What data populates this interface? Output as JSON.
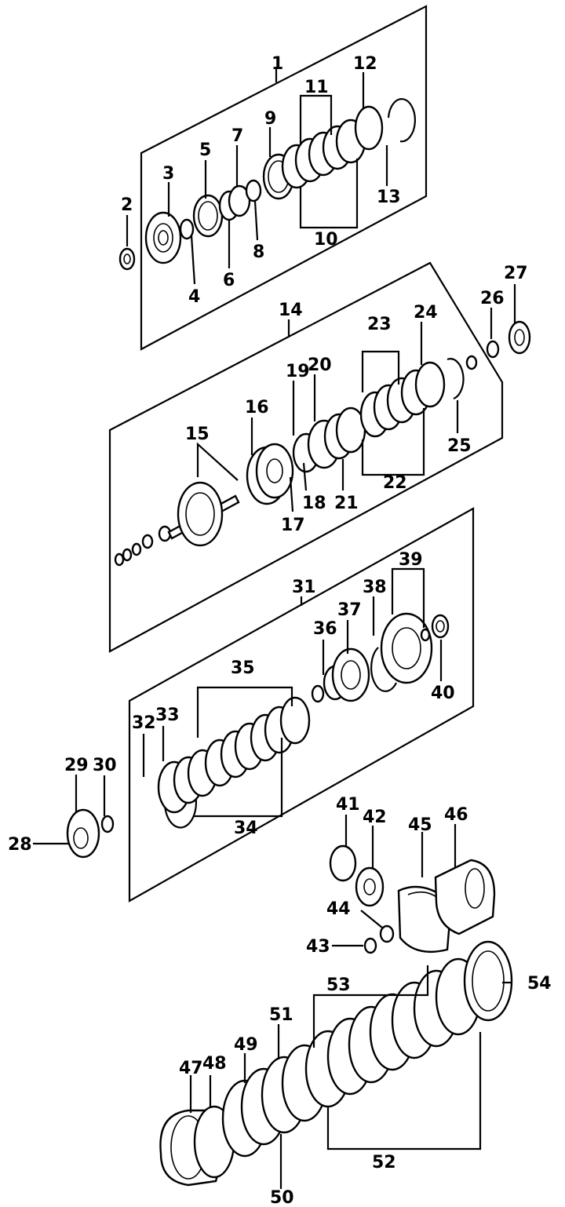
{
  "callouts": [
    "1",
    "2",
    "3",
    "4",
    "5",
    "6",
    "7",
    "8",
    "9",
    "10",
    "11",
    "12",
    "13",
    "14",
    "15",
    "16",
    "17",
    "18",
    "19",
    "20",
    "21",
    "22",
    "23",
    "24",
    "25",
    "26",
    "27",
    "28",
    "29",
    "30",
    "31",
    "32",
    "33",
    "34",
    "35",
    "36",
    "37",
    "38",
    "39",
    "40",
    "41",
    "42",
    "43",
    "44",
    "45",
    "46",
    "47",
    "48",
    "49",
    "50",
    "51",
    "52",
    "53",
    "54"
  ]
}
